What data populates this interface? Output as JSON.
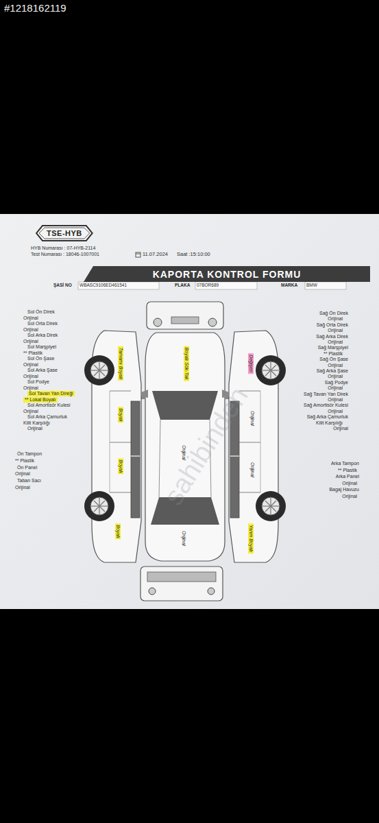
{
  "diagram": {
    "nodes": [
      {
        "text": [
          "TSE-HYB"
        ]
      },
      {
        "text": [
          "KAPORTA KONTROL FORMU"
        ]
      }
    ],
    "labels": [
      "#1218162119",
      "HYB Numarası : 07-HYB-2114",
      "Test Numarası : 18046-1007001",
      "11.07.2024",
      "Saat :15:10:00",
      "ŞASİ NO",
      "WBASC9106ED461541",
      "PLAKA",
      "07BOR689",
      "MARKA",
      "BMW",
      "Sol Ön Direk",
      "Orijinal",
      "Sol Orta Direk",
      "Orijinal",
      "Sol Arka Direk",
      "Orijinal",
      "Sol Marşpiyel",
      "** Plastik",
      "Sol Ön Şase",
      "Orijinal",
      "Sol Arka Şase",
      "Orijinal",
      "Sol Podye",
      "Orijinal",
      "Sol Tavan Yan Direği",
      "** Lokal Boyalı",
      "Sol Amortisör Kulesi",
      "Orijinal",
      "Sol Arka Çamurluk",
      "Kilit Karşılığı",
      "Orijinal",
      "Ön Tampon",
      "** Plastik",
      "Ön Panel",
      "Orijinal",
      "Taban Sacı",
      "Orijinal",
      "Sağ Ön Direk",
      "Orijinal",
      "Sağ Orta Direk",
      "Orijinal",
      "Sağ Arka Direk",
      "Orijinal",
      "Sağ Marşpiyel",
      "** Plastik",
      "Sağ Ön Şase",
      "Orijinal",
      "Sağ Arka Şase",
      "Orijinal",
      "Sağ Podye",
      "Orijinal",
      "Sağ Tavan Yan Direk",
      "Orijinal",
      "Sağ Amortisör Kulesi",
      "Orijinal",
      "Sağ Arka Çamurluk",
      "Kilit Karşılığı",
      "Orijinal",
      "Arka Tampon",
      "** Plastik",
      "Arka Panel",
      "Orijinal",
      "Bagaj Havuzu",
      "Orijinal",
      "Tamamı Boyalı",
      "Boyalı Sök-Tak",
      "Değişen",
      "Orijinal",
      "Boyalı",
      "Orijinal",
      "Boyalı",
      "Orijinal",
      "Orijinal",
      "Boyalı",
      "Yarım Boyalı",
      "sahibinden"
    ]
  }
}
